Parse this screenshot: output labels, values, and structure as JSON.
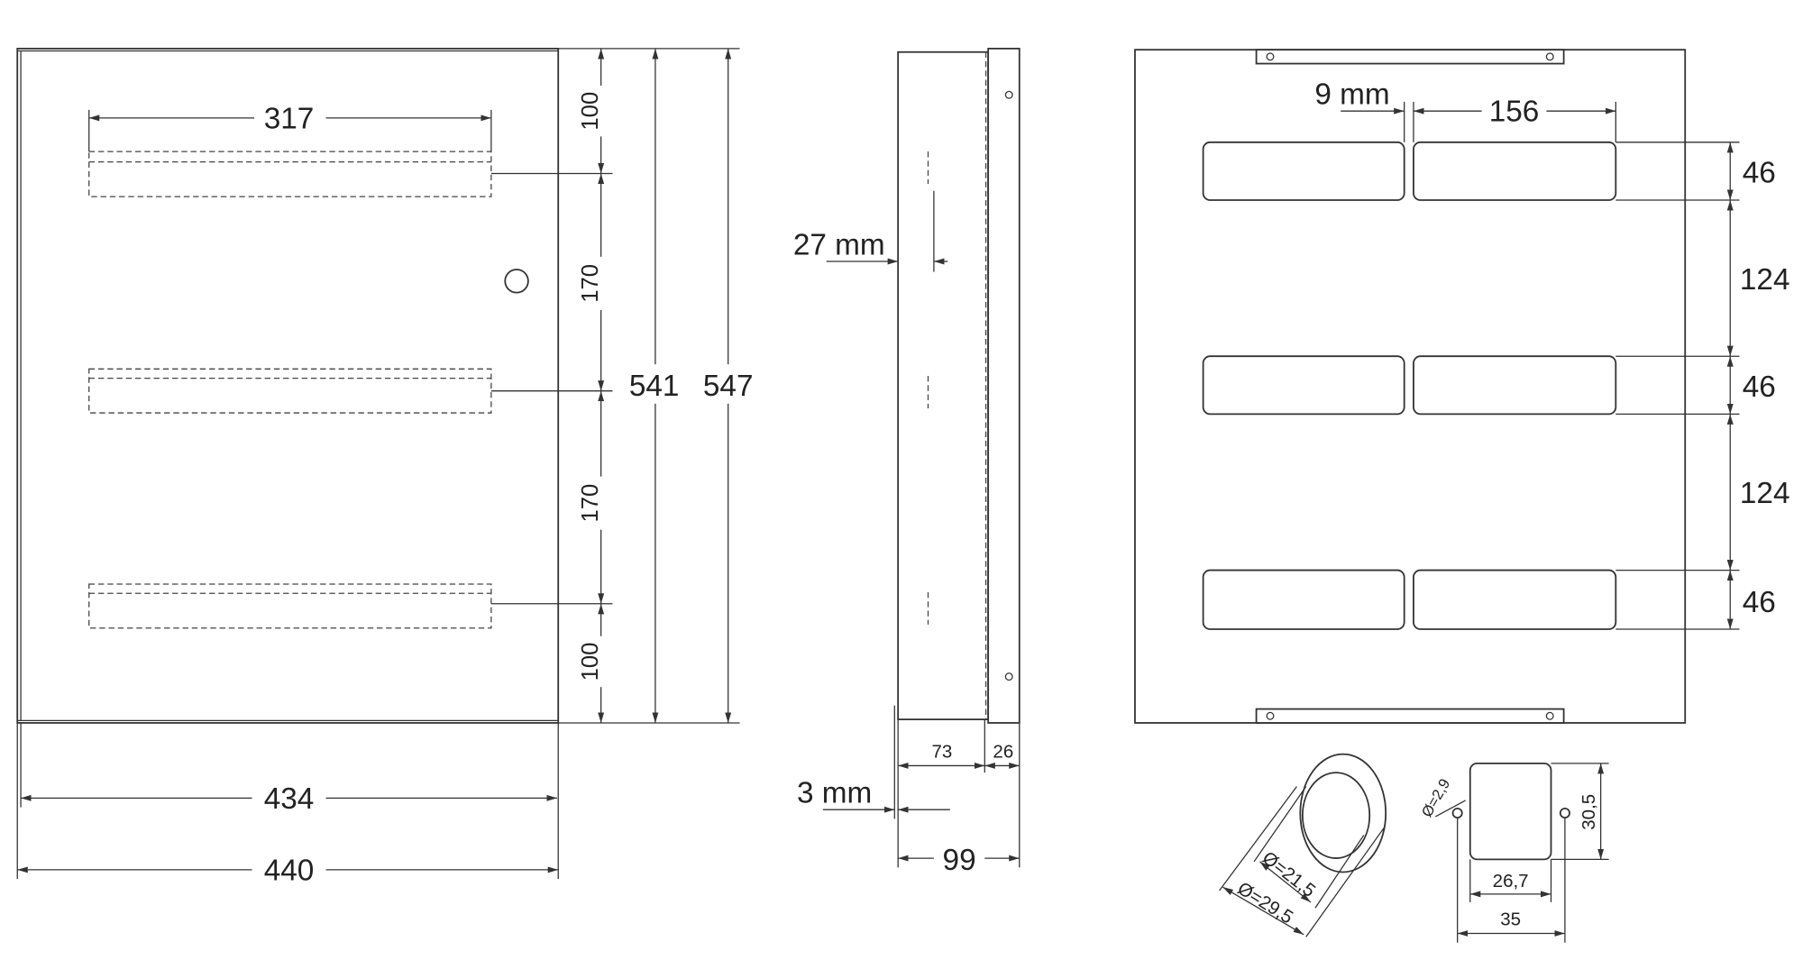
{
  "front_view": {
    "slot_width": "317",
    "top_margin": "100",
    "pitch_1": "170",
    "pitch_2": "170",
    "bottom_margin": "100",
    "inner_height": "541",
    "outer_height": "547",
    "inner_width": "434",
    "outer_width": "440"
  },
  "side_view": {
    "rail_offset": "27 mm",
    "wall_gap": "3 mm",
    "body_depth": "73",
    "door_depth": "26",
    "total_depth": "99"
  },
  "plate_view": {
    "gap": "9 mm",
    "slot_width": "156",
    "slot_height_1": "46",
    "spacing_1": "124",
    "slot_height_2": "46",
    "spacing_2": "124",
    "slot_height_3": "46"
  },
  "entry_details": {
    "inner_diameter": "Ø=21,5",
    "outer_diameter": "Ø=29,5",
    "hole_diameter": "Ø=2,9",
    "knockout_height": "30,5",
    "knockout_width": "26,7",
    "hole_spacing": "35"
  },
  "colors": {
    "line": "#333333",
    "background": "#ffffff"
  }
}
